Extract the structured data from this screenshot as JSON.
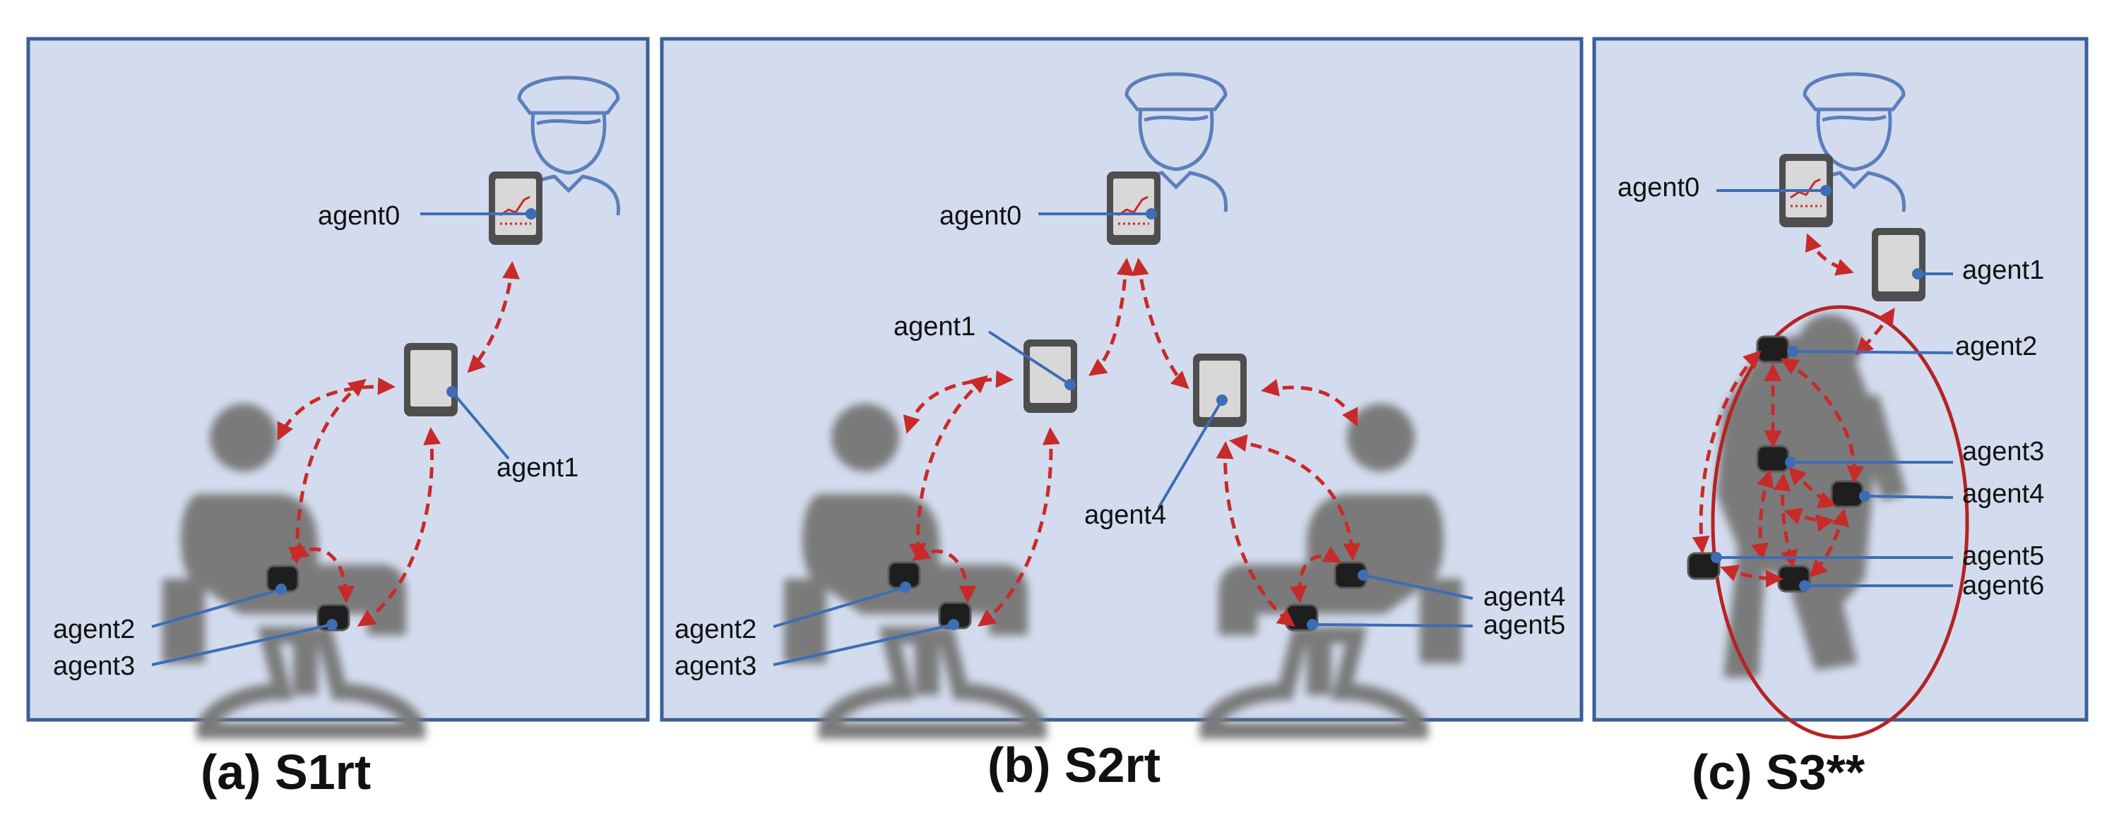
{
  "panels": [
    {
      "id": "a",
      "caption": "(a) S1rt",
      "labels": [
        "agent0",
        "agent1",
        "agent2",
        "agent3"
      ]
    },
    {
      "id": "b",
      "caption": "(b) S2rt",
      "labels": [
        "agent0",
        "agent1",
        "agent4",
        "agent2",
        "agent3",
        "agent4",
        "agent5"
      ]
    },
    {
      "id": "c",
      "caption": "(c) S3**",
      "labels": [
        "agent0",
        "agent1",
        "agent2",
        "agent3",
        "agent4",
        "agent5",
        "agent6"
      ]
    }
  ],
  "colors": {
    "panel_background": "#d3dcee",
    "panel_border": "#3a5f97",
    "arrow": "#c82a2a",
    "leader_line": "#3d6db5",
    "person_silhouette": "#7a7a7a"
  },
  "icons": [
    "nurse-icon",
    "tablet-icon",
    "sensor-icon",
    "patient-silhouette-icon"
  ]
}
